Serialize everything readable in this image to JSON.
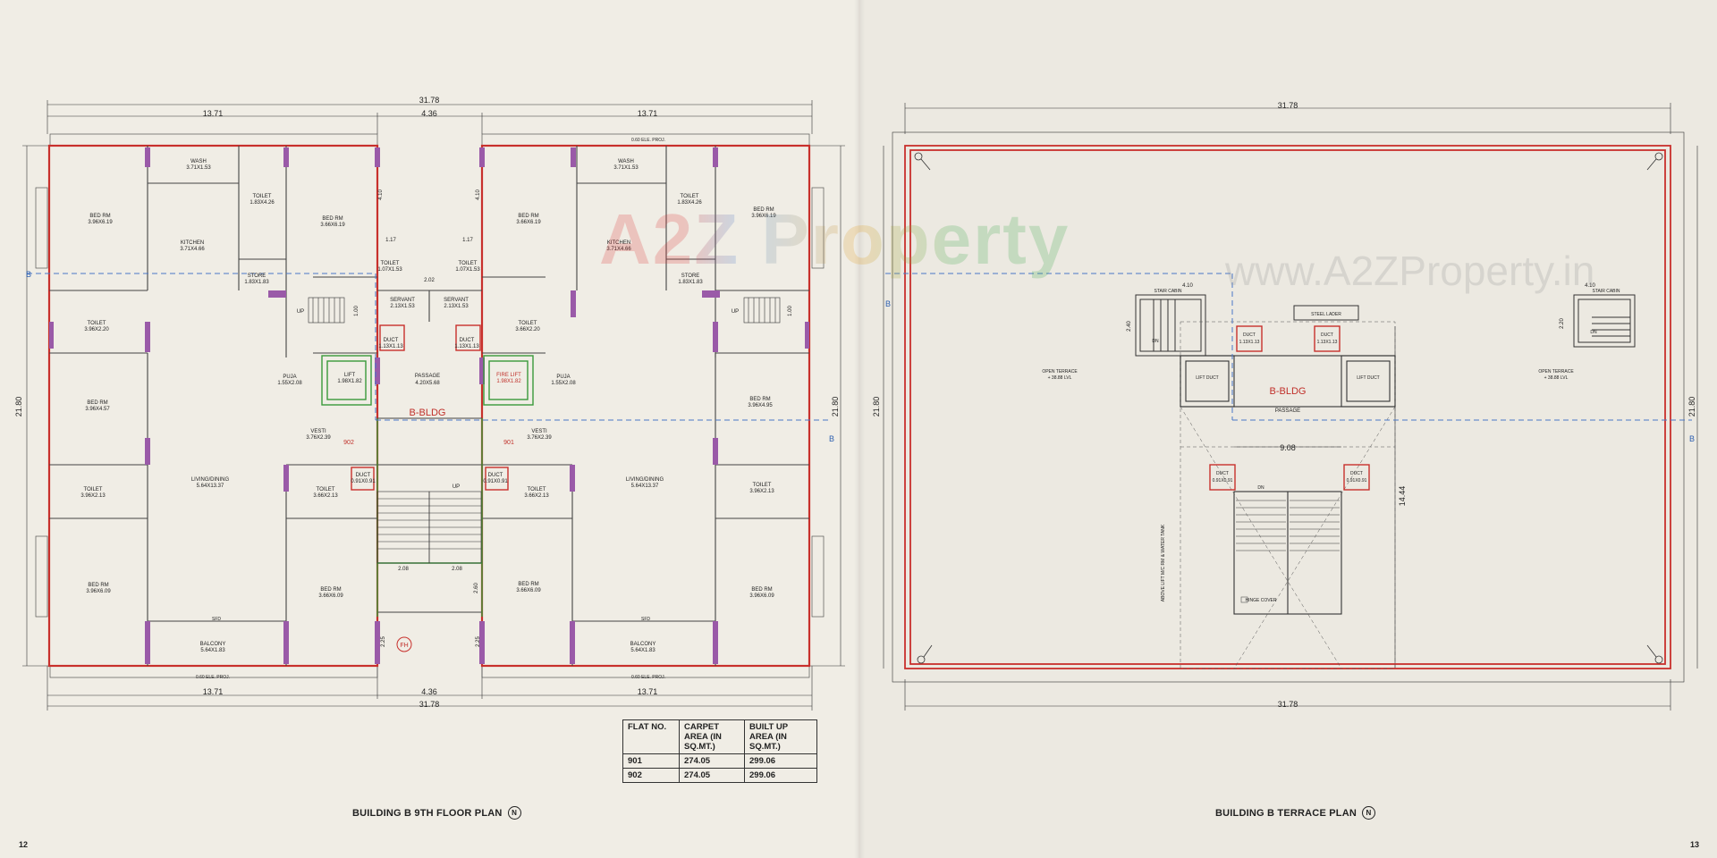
{
  "left_page": {
    "number": "12",
    "title": "BUILDING B 9TH FLOOR PLAN",
    "north_mark": "N",
    "building_label": "B-BLDG",
    "section_marker": "B",
    "dimensions": {
      "overall_width": "31.78",
      "flat_width": "13.71",
      "core_width": "4.36",
      "overall_depth": "21.80",
      "dim_410": "4.10",
      "dim_117": "1.17",
      "dim_202": "2.02",
      "dim_100": "1.00",
      "dim_208": "2.08",
      "dim_260": "2.60",
      "dim_225": "2.25"
    },
    "flat_labels": {
      "left": "902",
      "right": "901"
    },
    "fh_label": "FH",
    "up_label": "UP",
    "rooms_left": [
      {
        "name": "WASH",
        "size": "3.71X1.53"
      },
      {
        "name": "BED RM",
        "size": "3.96X6.19"
      },
      {
        "name": "TOILET",
        "size": "1.83X4.26"
      },
      {
        "name": "BED RM",
        "size": "3.66X6.19"
      },
      {
        "name": "KITCHEN",
        "size": "3.71X4.66"
      },
      {
        "name": "STORE",
        "size": "1.83X1.83"
      },
      {
        "name": "TOILET",
        "size": "1.07X1.53"
      },
      {
        "name": "SERVANT",
        "size": "2.13X1.53"
      },
      {
        "name": "TOILET",
        "size": "3.96X2.20"
      },
      {
        "name": "DUCT",
        "size": "1.13X1.13"
      },
      {
        "name": "BED RM",
        "size": "3.96X4.57"
      },
      {
        "name": "PUJA",
        "size": "1.55X2.08"
      },
      {
        "name": "LIFT",
        "size": "1.98X1.82"
      },
      {
        "name": "VESTI",
        "size": "3.76X2.39"
      },
      {
        "name": "TOILET",
        "size": "3.96X2.13"
      },
      {
        "name": "LIVING/DINING",
        "size": "5.64X13.37"
      },
      {
        "name": "TOILET",
        "size": "3.66X2.13"
      },
      {
        "name": "DUCT",
        "size": "0.91X0.91"
      },
      {
        "name": "BED RM",
        "size": "3.96X6.09"
      },
      {
        "name": "BED RM",
        "size": "3.66X6.09"
      },
      {
        "name": "BALCONY",
        "size": "5.64X1.83"
      }
    ],
    "rooms_right": [
      {
        "name": "WASH",
        "size": "3.71X1.53"
      },
      {
        "name": "BED RM",
        "size": "3.66X6.19"
      },
      {
        "name": "TOILET",
        "size": "1.83X4.26"
      },
      {
        "name": "BED RM",
        "size": "3.96X6.19"
      },
      {
        "name": "KITCHEN",
        "size": "3.71X4.66"
      },
      {
        "name": "STORE",
        "size": "1.83X1.83"
      },
      {
        "name": "TOILET",
        "size": "1.07X1.53"
      },
      {
        "name": "SERVANT",
        "size": "2.13X1.53"
      },
      {
        "name": "TOILET",
        "size": "3.66X2.20"
      },
      {
        "name": "DUCT",
        "size": "1.13X1.13"
      },
      {
        "name": "FIRE LIFT",
        "size": "1.98X1.82"
      },
      {
        "name": "PUJA",
        "size": "1.55X2.08"
      },
      {
        "name": "BED RM",
        "size": "3.96X4.95"
      },
      {
        "name": "VESTI",
        "size": "3.76X2.39"
      },
      {
        "name": "DUCT",
        "size": "0.91X0.91"
      },
      {
        "name": "TOILET",
        "size": "3.66X2.13"
      },
      {
        "name": "LIVING/DINING",
        "size": "5.64X13.37"
      },
      {
        "name": "TOILET",
        "size": "3.96X2.13"
      },
      {
        "name": "BED RM",
        "size": "3.66X6.09"
      },
      {
        "name": "BED RM",
        "size": "3.96X6.09"
      },
      {
        "name": "BALCONY",
        "size": "5.64X1.83"
      }
    ],
    "passage": {
      "name": "PASSAGE",
      "size": "4.20X5.68"
    },
    "projection_label": "0.60 ELE. PROJ.",
    "sfd_label": "SFD",
    "area_table": {
      "headers": [
        "FLAT NO.",
        "CARPET AREA (IN SQ.MT.)",
        "BUILT UP AREA (IN SQ.MT.)"
      ],
      "rows": [
        [
          "901",
          "274.05",
          "299.06"
        ],
        [
          "902",
          "274.05",
          "299.06"
        ]
      ]
    }
  },
  "right_page": {
    "number": "13",
    "title": "BUILDING B TERRACE PLAN",
    "north_mark": "N",
    "building_label": "B-BLDG",
    "section_marker": "B",
    "dimensions": {
      "overall_width": "31.78",
      "overall_depth": "21.80",
      "dim_410": "4.10",
      "dim_240": "2.40",
      "dim_220": "2.20",
      "dim_908": "9.08",
      "dim_1444": "14.44"
    },
    "labels": {
      "open_terrace": "OPEN TERRACE",
      "terrace_level": "+ 38.88 LVL",
      "stair_cabin": "STAIR CABIN",
      "steel_ladder": "STEEL LADER",
      "duct": "DUCT",
      "duct_size_a": "1.13X1.13",
      "duct_size_b": "0.91X0.91",
      "lift_duct": "LIFT DUCT",
      "passage": "PASSAGE",
      "dn": "DN",
      "above_lift": "ABOVE LIFT M/C RM & WATER TANK",
      "hinge_cover": "HINGE COVER"
    }
  },
  "watermark": {
    "brand": "A2Z Property",
    "url": "www.A2ZProperty.in"
  }
}
